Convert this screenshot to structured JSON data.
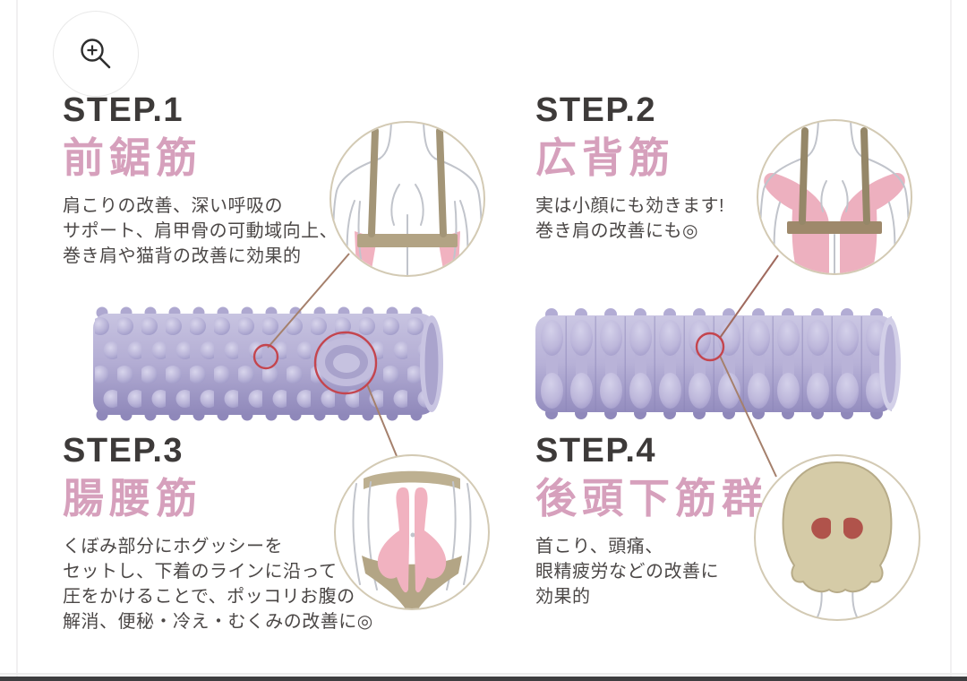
{
  "viewer": {
    "zoom_button_icon": "magnifier-plus-icon",
    "bottom_bar_color": "#3e3e40"
  },
  "steps": [
    {
      "step_label": "STEP.1",
      "muscle": "前鋸筋",
      "description": "肩こりの改善、深い呼吸の\nサポート、肩甲骨の可動域向上、\n巻き肩や猫背の改善に効果的",
      "diagram": "back-upper-serratus-highlight"
    },
    {
      "step_label": "STEP.2",
      "muscle": "広背筋",
      "description": "実は小顔にも効きます!\n巻き肩の改善にも◎",
      "diagram": "back-lats-highlight"
    },
    {
      "step_label": "STEP.3",
      "muscle": "腸腰筋",
      "description": "くぼみ部分にホグッシーを\nセットし、下着のラインに沿って\n圧をかけることで、ポッコリお腹の\n解消、便秘・冷え・むくみの改善に◎",
      "diagram": "pelvis-iliopsoas-highlight"
    },
    {
      "step_label": "STEP.4",
      "muscle": "後頭下筋群",
      "description": "首こり、頭痛、\n眼精疲労などの改善に\n効果的",
      "diagram": "head-suboccipital-highlight"
    }
  ],
  "rollers": [
    {
      "texture": "knob-studded",
      "color": "#b5afd3"
    },
    {
      "texture": "wave-ridged",
      "color": "#bcb7d9"
    }
  ],
  "colors": {
    "muscle_name_pink": "#d6a0bc",
    "heading_text": "#3d3a39",
    "body_text": "#4b4746",
    "muscle_highlight_pink": "#f1b2c0",
    "suboccipital_red": "#b0534b",
    "annotation_circle_red": "#c4454e",
    "connector_line_tan": "#a5806c",
    "diagram_outline_tan": "#d3cab4",
    "body_line_gray": "#c1c4cb",
    "underwear_tan": "#b3a585",
    "hair_tan": "#d5cba7",
    "roller_lavender": "#b5afd3"
  }
}
